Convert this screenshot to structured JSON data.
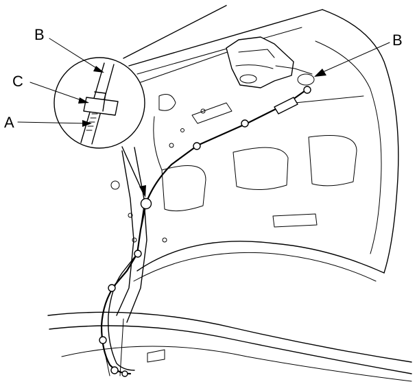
{
  "callouts": {
    "b_top": "B",
    "c": "C",
    "a": "A",
    "b_right": "B"
  }
}
